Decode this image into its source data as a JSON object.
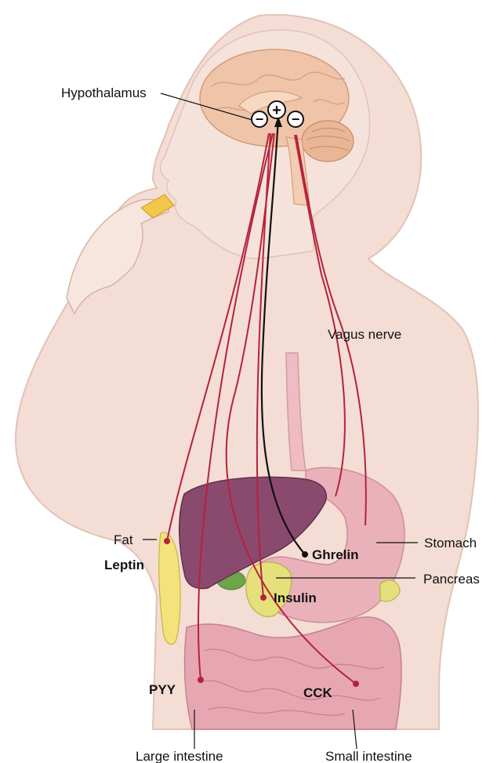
{
  "labels": {
    "hypothalamus": "Hypothalamus",
    "vagus_nerve": "Vagus nerve",
    "stomach": "Stomach",
    "fat": "Fat",
    "leptin": "Leptin",
    "ghrelin": "Ghrelin",
    "pancreas": "Pancreas",
    "insulin": "Insulin",
    "pyy": "PYY",
    "cck": "CCK",
    "large_intestine": "Large intestine",
    "small_intestine": "Small intestine"
  },
  "signs": {
    "minus": "−",
    "plus": "+"
  },
  "colors": {
    "skin": "#f3ddd4",
    "skin_outline": "#e3c2b6",
    "brain": "#efc4a8",
    "liver": "#8a4a6e",
    "stomach": "#eab1ba",
    "intestine": "#e6a7b3",
    "fat": "#f4e27a",
    "pancreas": "#e6e07c",
    "nerve": "#b5223c",
    "signal": "#111111"
  }
}
